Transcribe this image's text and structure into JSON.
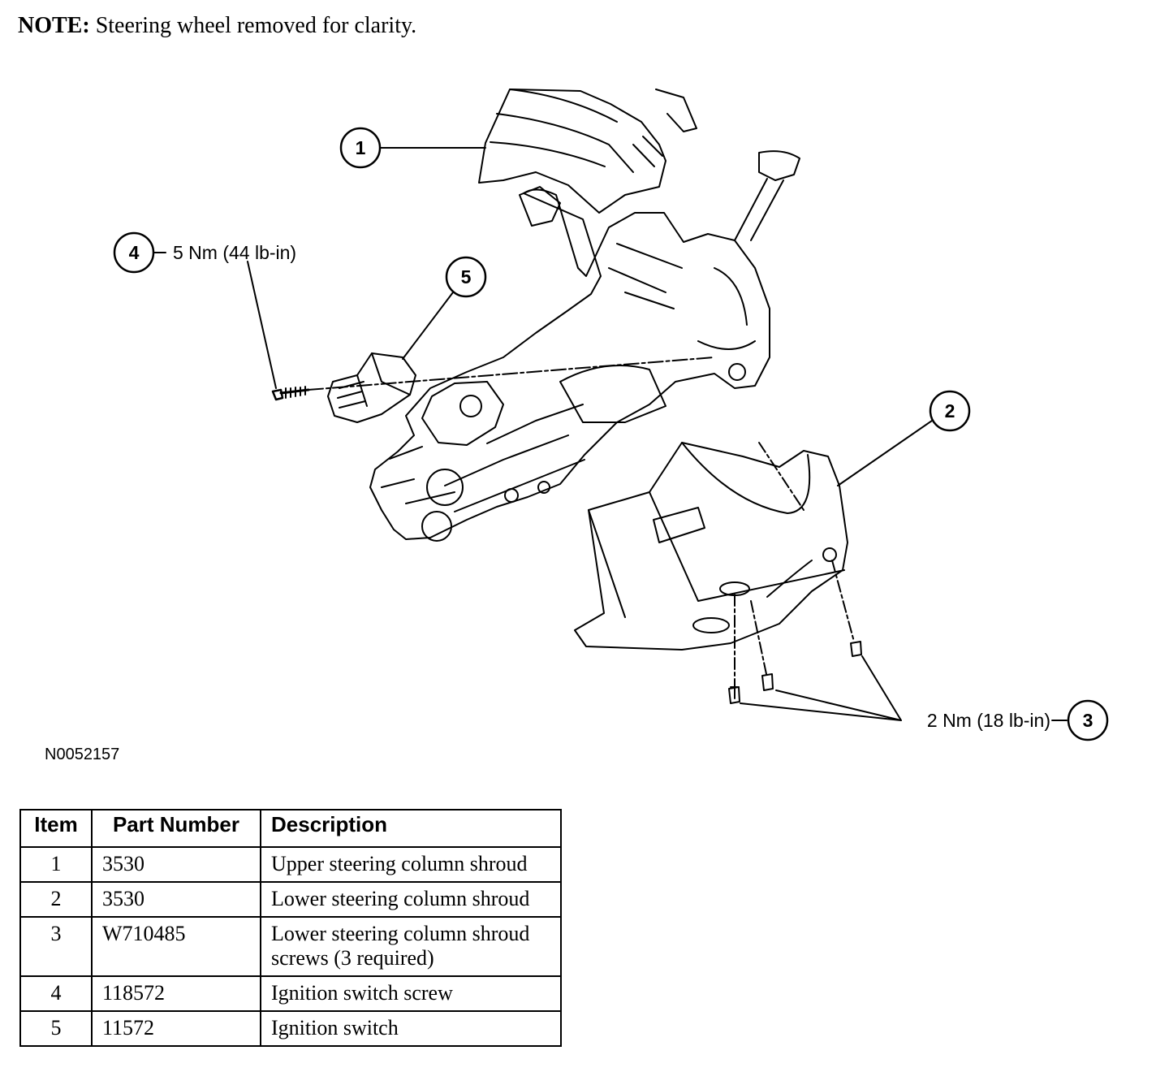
{
  "note": {
    "label": "NOTE:",
    "text": "Steering wheel removed for clarity."
  },
  "callouts": [
    {
      "number": "1",
      "spec": ""
    },
    {
      "number": "2",
      "spec": ""
    },
    {
      "number": "3",
      "spec": "2 Nm (18 lb-in)"
    },
    {
      "number": "4",
      "spec": "5 Nm (44 lb-in)"
    },
    {
      "number": "5",
      "spec": ""
    }
  ],
  "figure_id": "N0052157",
  "table": {
    "headers": [
      "Item",
      "Part Number",
      "Description"
    ],
    "rows": [
      {
        "item": "1",
        "part_number": "3530",
        "description": "Upper steering column shroud"
      },
      {
        "item": "2",
        "part_number": "3530",
        "description": "Lower steering column shroud"
      },
      {
        "item": "3",
        "part_number": "W710485",
        "description": "Lower steering column shroud screws (3 required)"
      },
      {
        "item": "4",
        "part_number": "118572",
        "description": "Ignition switch screw"
      },
      {
        "item": "5",
        "part_number": "11572",
        "description": "Ignition switch"
      }
    ]
  },
  "colors": {
    "ink": "#000000",
    "paper": "#ffffff"
  }
}
